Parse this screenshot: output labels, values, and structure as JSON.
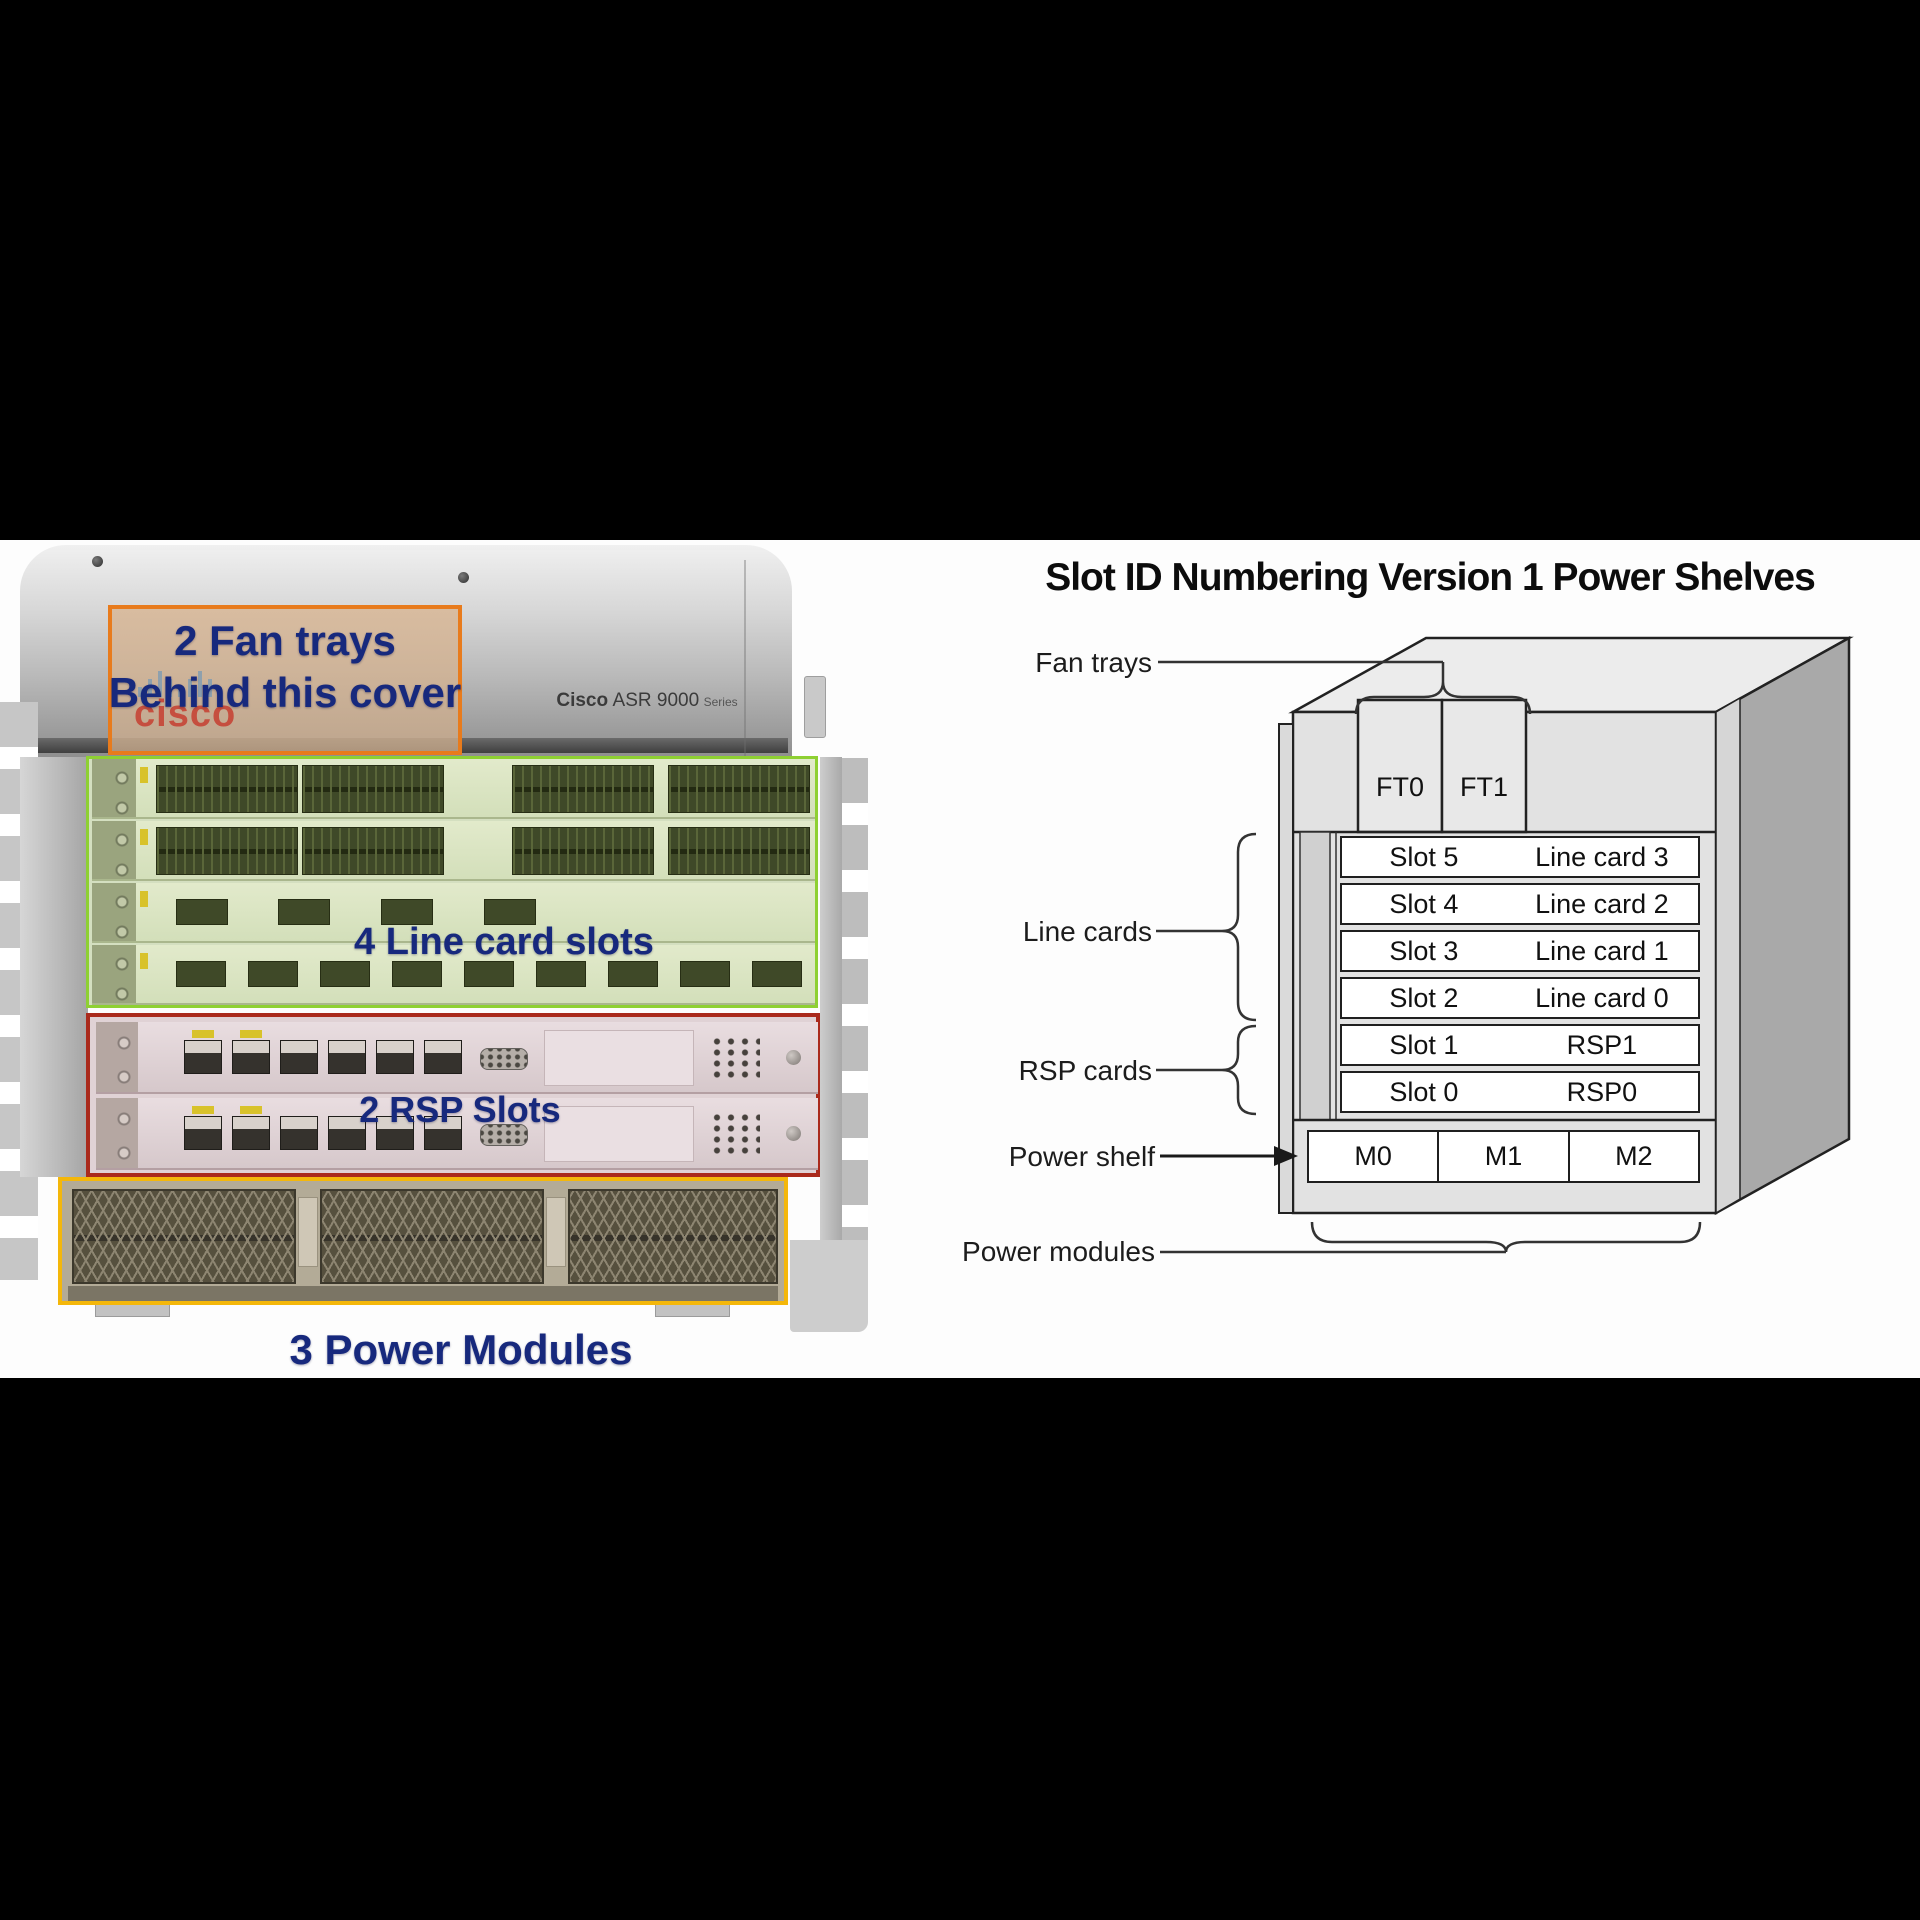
{
  "left_panel": {
    "product_label": {
      "brand": "Cisco",
      "model": "ASR 9000",
      "series": "Series"
    },
    "logo_text": "cisco",
    "annotations": {
      "fan_trays_line1": "2 Fan trays",
      "fan_trays_line2": "Behind this cover",
      "line_cards": "4 Line card slots",
      "rsp_slots": "2 RSP Slots",
      "power_modules": "3 Power Modules"
    },
    "colors": {
      "fan_box_border": "#e87b1c",
      "line_card_box_border": "#8ed032",
      "rsp_box_border": "#aa2a1c",
      "power_box_border": "#f4b70a",
      "annotation_text": "#17297d"
    }
  },
  "right_panel": {
    "title": "Slot ID Numbering Version 1 Power Shelves",
    "labels": {
      "fan_trays": "Fan trays",
      "line_cards": "Line cards",
      "rsp_cards": "RSP cards",
      "power_shelf": "Power shelf",
      "power_modules": "Power modules"
    },
    "fan_tray_cells": [
      "FT0",
      "FT1"
    ],
    "slot_rows": [
      {
        "slot": "Slot 5",
        "card": "Line card 3"
      },
      {
        "slot": "Slot 4",
        "card": "Line card 2"
      },
      {
        "slot": "Slot 3",
        "card": "Line card 1"
      },
      {
        "slot": "Slot 2",
        "card": "Line card 0"
      },
      {
        "slot": "Slot 1",
        "card": "RSP1"
      },
      {
        "slot": "Slot 0",
        "card": "RSP0"
      }
    ],
    "power_modules": [
      "M0",
      "M1",
      "M2"
    ]
  }
}
